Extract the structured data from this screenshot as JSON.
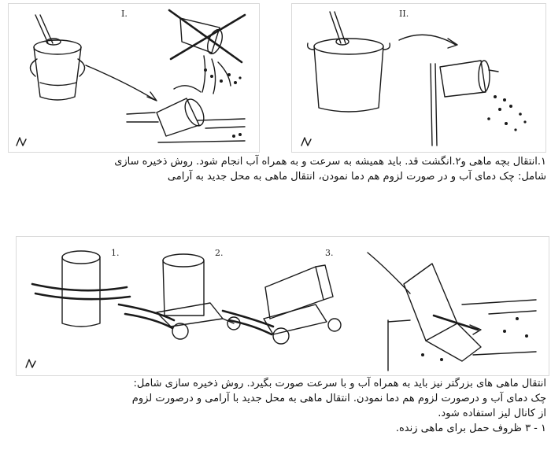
{
  "figure_top": {
    "panel_1_numeral": "I.",
    "panel_2_numeral": "II.",
    "caption_lines": [
      "۱.انتقال بچه ماهی و۲.انگشت قد. باید همیشه به سرعت و به همراه آب انجام شود. روش ذخیره سازی",
      "شامل: چک دمای آب و در صورت لزوم هم دما نمودن، انتقال ماهی به محل جدید به آرامی"
    ]
  },
  "figure_bottom": {
    "step_labels": [
      "1.",
      "2.",
      "3."
    ],
    "caption_lines": [
      "انتقال ماهی های بزرگتر نیز باید به همراه آب و با سرعت صورت بگیرد. روش ذخیره سازی شامل:",
      "چک دمای آب و درصورت لزوم هم دما نمودن. انتقال ماهی به محل جدید با آرامی و درصورت لزوم",
      "از کانال لیز استفاده شود.",
      "۱ - ۳ ظروف حمل برای ماهی زنده."
    ]
  }
}
